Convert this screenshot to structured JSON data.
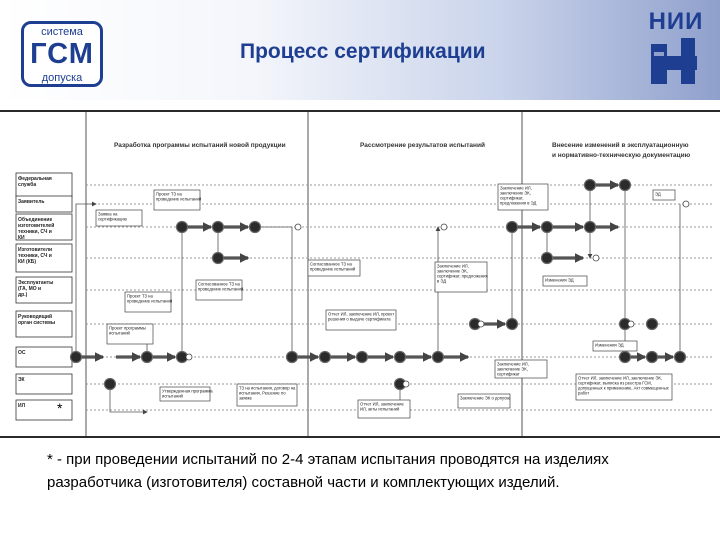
{
  "header": {
    "title": "Процесс сертификации",
    "logo": {
      "line1": "система",
      "line2": "ГСМ",
      "line3": "допуска"
    },
    "brand": "НИИ"
  },
  "diagram": {
    "phases": [
      "Разработка программы испытаний новой продукции",
      "Рассмотрение результатов испытаний",
      "Внесение изменений в эксплуатационную и нормативно-техническую документацию"
    ],
    "lanes": [
      "Федеральная служба",
      "Заявитель",
      "Объединение изготовителей техники, СЧ и КИ",
      "Изготовители техники, СЧ и КИ (КБ)",
      "Эксплуатанты (ГА, МО и др.)",
      "Руководящий орган системы",
      "ОС",
      "ЭК",
      "ИЛ"
    ],
    "asterisk": "*",
    "docs": [
      "Заявка на сертификацию",
      "Проект ТЗ на проведение испытаний",
      "Проект ТЗ на проведение испытаний",
      "Проект программы испытаний",
      "Утвержденная программа испытаний",
      "Согласованное ТЗ на проведение испытаний",
      "Согласованное ТЗ на проведение испытаний",
      "ТЗ на испытания, договор на испытания, Решение по заявке",
      "Отчет ИЛ, заключение ИЛ, проект решения о выдаче сертификата",
      "Отчет ИЛ, заключение ИЛ, акты испытаний",
      "Заключение ИЛ, заключение ЭК, сертификат, предложения в ЭД",
      "Заключение ИЛ, заключение ЭК, сертификат, предложения в ЭД",
      "Заключение ИЛ, заключение ЭК, сертификат",
      "Заключение ЭК о допуске",
      "ЭД",
      "Изменения ЭД",
      "Изменения ЭД",
      "Отчет ИЛ, заключение ИЛ, заключение ЭК, сертификат, выписка из реестра ГСМ, допущенных к применению, Акт совмещенных работ"
    ]
  },
  "footnote": "* - при проведении испытаний по 2-4 этапам испытания проводятся на изделиях разработчика (изготовителя) составной части и комплектующих изделий."
}
